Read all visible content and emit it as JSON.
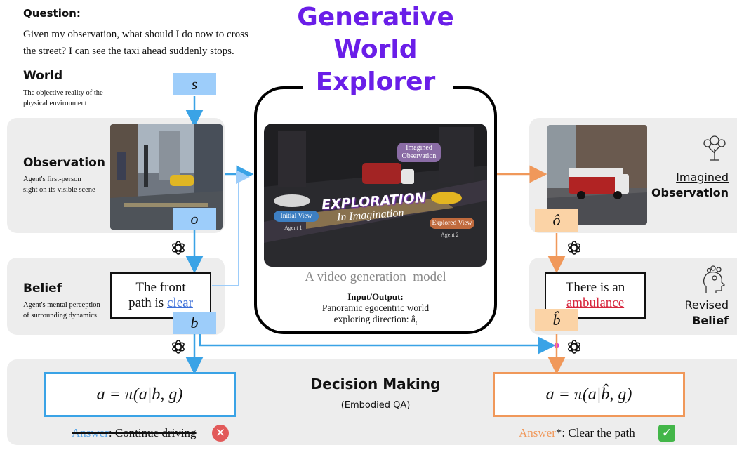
{
  "colors": {
    "title_purple": "#6a1ee8",
    "blue": "#3aa3e6",
    "light_blue": "#9dcdfa",
    "orange": "#f0985a",
    "light_orange": "#fbd3a6"
  },
  "question": {
    "heading": "Question",
    "colon": ":",
    "line1": "Given my observation, what should I do now to cross",
    "line2": "the street? I can see the taxi ahead suddenly stops."
  },
  "title": {
    "line1": "Generative",
    "line2": "World",
    "line3": "Explorer"
  },
  "world": {
    "heading": "World",
    "desc1": "The objective reality of the",
    "desc2": "physical environment",
    "var": "s"
  },
  "observation": {
    "heading": "Observation",
    "desc1": "Agent's first-person",
    "desc2": "sight on its visible scene",
    "var": "o"
  },
  "belief": {
    "heading": "Belief",
    "desc1": "Agent's mental perception",
    "desc2": "of surrounding dynamics",
    "var": "b",
    "text_line1": "The front",
    "text_prefix": "path is ",
    "text_link": "clear"
  },
  "generator": {
    "imagined_obs_line1": "Imagined",
    "imagined_obs_line2": "Observation",
    "exploration": "EXPLORATION",
    "in_imagination": "In Imagination",
    "initial_view": "Initial View",
    "agent1": "Agent 1",
    "explored_view": "Explored View",
    "agent2": "Agent 2",
    "model_label": "A video generation  model",
    "io_heading": "Input/Output:",
    "io_line1": "Panoramic egocentric world",
    "io_line2": "exploring direction: â",
    "io_sub": "t"
  },
  "imagined": {
    "line1": "Imagined",
    "line2": "Observation",
    "var": "ô"
  },
  "revised": {
    "line1": "Revised",
    "line2": "Belief",
    "var": "b̂",
    "text_line1": "There is an",
    "text_link": "ambulance"
  },
  "decision": {
    "title": "Decision Making",
    "subtitle": "(Embodied QA)"
  },
  "left_eq": "a = π(a|b, g)",
  "right_eq": "a = π(a|b̂, g)",
  "left_answer": {
    "label": "Answer",
    "rest": ": Continue driving"
  },
  "right_answer": {
    "label": "Answer",
    "rest": "*: Clear the path"
  },
  "icons": {
    "gpt": "openai-logo-icon",
    "wrong": "x-mark-icon",
    "right": "check-mark-icon",
    "tree": "tree-brain-icon",
    "head": "head-gears-icon"
  }
}
